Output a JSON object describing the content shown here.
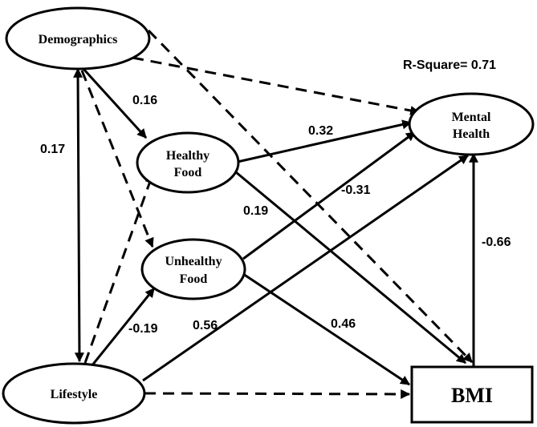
{
  "nodes": {
    "demographics": "Demographics",
    "healthy_food_1": "Healthy",
    "healthy_food_2": "Food",
    "unhealthy_food_1": "Unhealthy",
    "unhealthy_food_2": "Food",
    "lifestyle": "Lifestyle",
    "mental_health_1": "Mental",
    "mental_health_2": "Health",
    "bmi": "BMI"
  },
  "r_square": "R-Square= 0.71",
  "coefficients": {
    "demographics_healthy": "0.16",
    "demographics_lifestyle": "0.17",
    "healthy_mental": "0.32",
    "healthy_bmi": "0.19",
    "unhealthy_mental": "-0.31",
    "bmi_mental": "-0.66",
    "lifestyle_unhealthy": "-0.19",
    "lifestyle_mental": "0.56",
    "unhealthy_bmi": "0.46"
  }
}
